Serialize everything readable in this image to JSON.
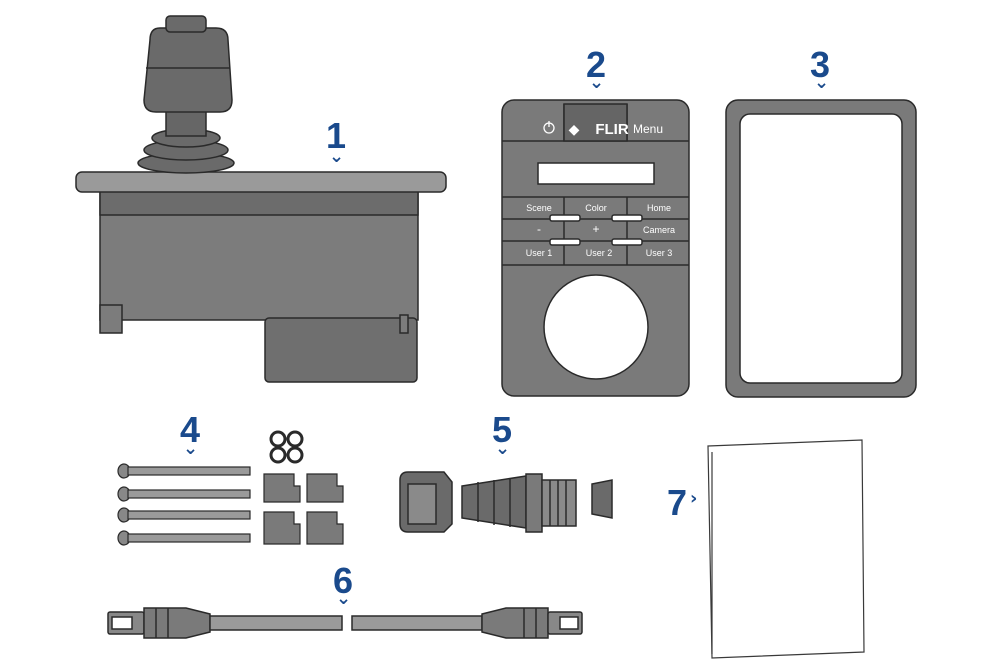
{
  "callouts": [
    {
      "number": "1"
    },
    {
      "number": "2"
    },
    {
      "number": "3"
    },
    {
      "number": "4"
    },
    {
      "number": "5"
    },
    {
      "number": "6"
    },
    {
      "number": "7"
    }
  ],
  "keypad": {
    "brand": "FLIR",
    "menu": "Menu",
    "scene": "Scene",
    "color": "Color",
    "home": "Home",
    "minus": "-",
    "plus": "+",
    "camera": "Camera",
    "user1": "User 1",
    "user2": "User 2",
    "user3": "User 3"
  },
  "colors": {
    "accent": "#1a4a8c",
    "part_fill": "#7a7a7a",
    "part_dark": "#5c5c5c",
    "outline": "#2a2a2a"
  }
}
